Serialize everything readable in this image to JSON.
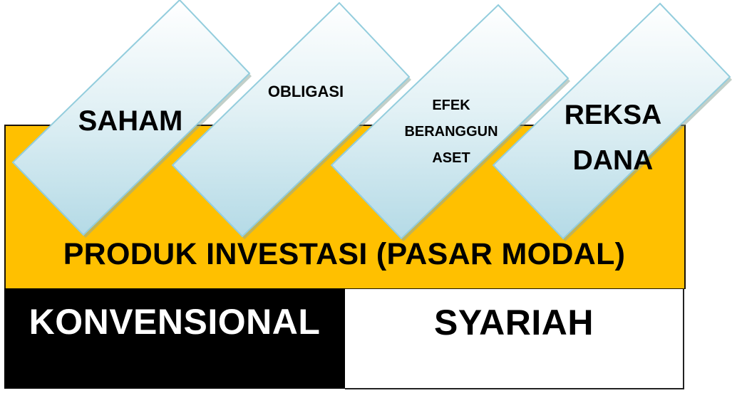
{
  "diagram": {
    "type": "category-diagram",
    "title": "PRODUK INVESTASI (PASAR MODAL)",
    "products": [
      {
        "id": "saham",
        "label_lines": [
          "SAHAM"
        ]
      },
      {
        "id": "obligasi",
        "label_lines": [
          "OBLIGASI"
        ]
      },
      {
        "id": "efek-beragun-aset",
        "label_lines": [
          "EFEK",
          "BERANGGUN",
          "ASET"
        ]
      },
      {
        "id": "reksa-dana",
        "label_lines": [
          "REKSA",
          "DANA"
        ]
      }
    ],
    "categories": [
      {
        "id": "konvensional",
        "label": "KONVENSIONAL"
      },
      {
        "id": "syariah",
        "label": "SYARIAH"
      }
    ]
  },
  "colors": {
    "band_background": "#FFC000",
    "product_fill_top": "#FFFFFF",
    "product_fill_bottom": "#B7DDE8",
    "product_border": "#93CDDD",
    "product_shadow": "#7FA7B3",
    "konvensional_background": "#000000",
    "konvensional_text": "#FFFFFF",
    "syariah_background": "#FFFFFF",
    "syariah_text": "#000000",
    "outline": "#1A1200"
  }
}
